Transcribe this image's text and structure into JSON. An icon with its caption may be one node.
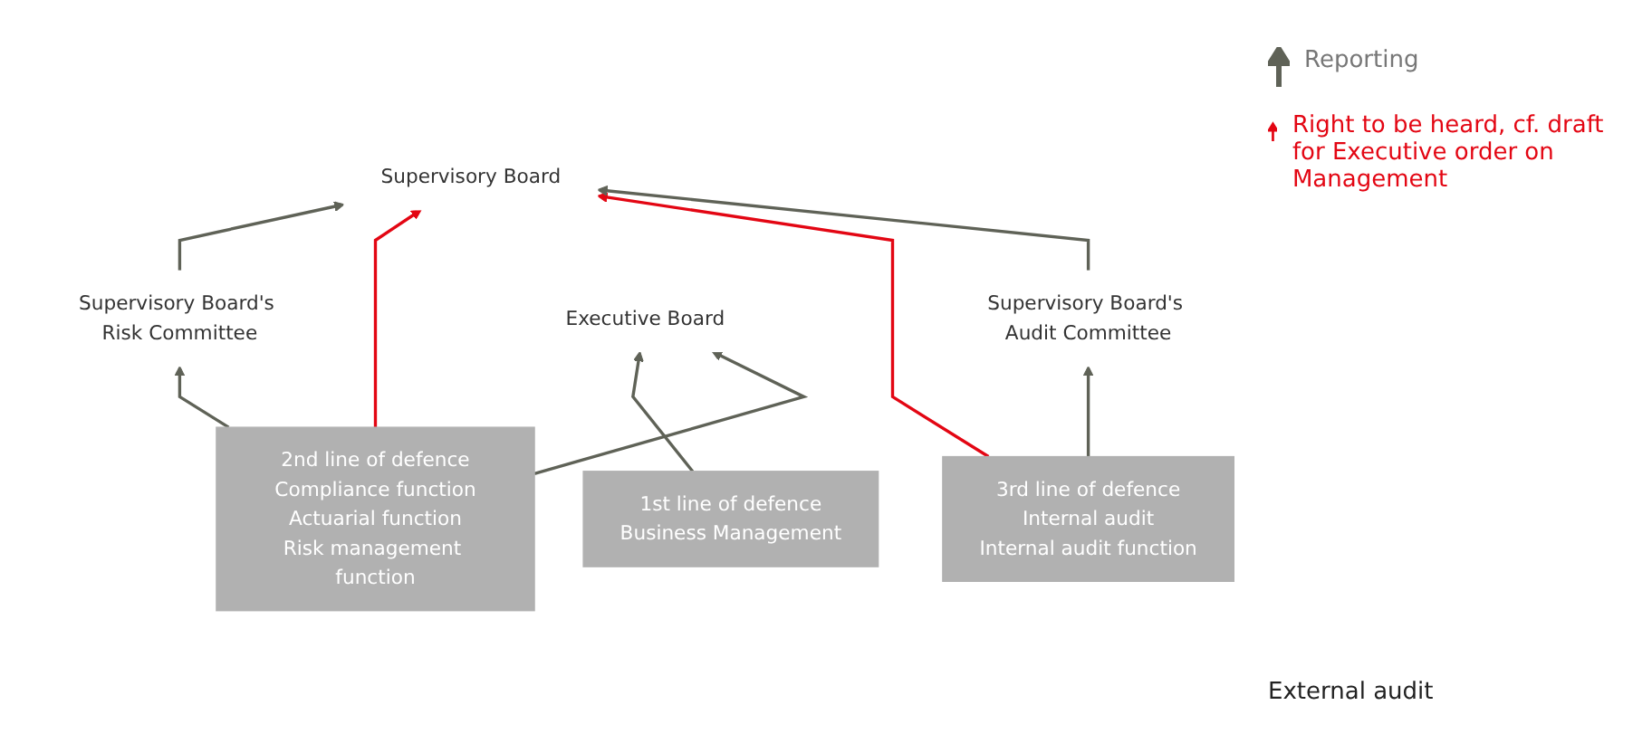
{
  "diagram": {
    "nodes": [
      {
        "text": [
          "Supervisory Board"
        ]
      },
      {
        "text": [
          "Supervisory Board's Risk Committee"
        ]
      },
      {
        "text": [
          "Supervisory Board's Audit Committee"
        ]
      },
      {
        "text": [
          "Executive Board"
        ]
      },
      {
        "text": [
          "1st line of defence",
          "Business Management"
        ]
      },
      {
        "text": [
          "2nd line of defence",
          "Compliance function",
          "Actuarial function",
          "Risk management function"
        ]
      },
      {
        "text": [
          "3rd line of defence",
          "Internal audit",
          "Internal audit function"
        ]
      }
    ],
    "edges": [
      {
        "from": 4,
        "to": 3,
        "arrow": "to"
      },
      {
        "from": 5,
        "to": 3,
        "arrow": "to"
      },
      {
        "from": 5,
        "to": 1,
        "arrow": "to"
      },
      {
        "from": 1,
        "to": 0,
        "arrow": "to"
      },
      {
        "from": 5,
        "to": 0,
        "arrow": "to",
        "color": "#e30613"
      },
      {
        "from": 6,
        "to": 0,
        "arrow": "to",
        "color": "#e30613"
      },
      {
        "from": 6,
        "to": 2,
        "arrow": "to"
      },
      {
        "from": 2,
        "to": 0,
        "arrow": "to"
      }
    ],
    "labels": [
      "External audit"
    ],
    "legend": [
      {
        "text": "Reporting"
      },
      {
        "text": "Right to be heard, cf. draft for Executive order on Management"
      }
    ]
  }
}
